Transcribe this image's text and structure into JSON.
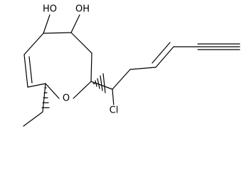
{
  "molecule": {
    "atoms": {
      "hydroxyl_left": "HO",
      "hydroxyl_right": "OH",
      "ring_oxygen": "O",
      "chlorine": "Cl"
    },
    "colors": {
      "bond": "#000000",
      "label": "#000000",
      "background": "#ffffff"
    }
  }
}
